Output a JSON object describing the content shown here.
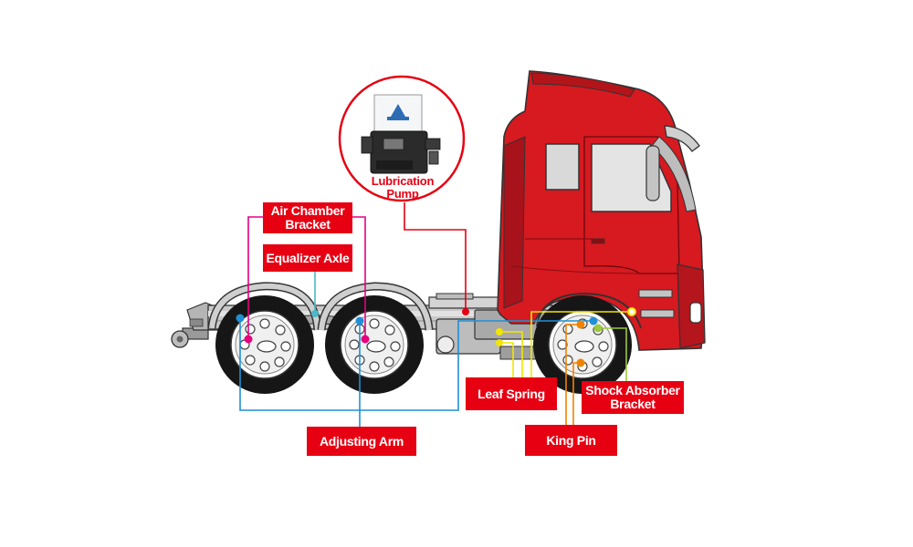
{
  "labels": {
    "lubrication_pump": "Lubrication\nPump",
    "air_chamber_bracket": "Air Chamber\nBracket",
    "equalizer_axle": "Equalizer Axle",
    "adjusting_arm": "Adjusting Arm",
    "leaf_spring": "Leaf Spring",
    "king_pin": "King Pin",
    "shock_absorber_bracket": "Shock Absorber\nBracket"
  },
  "colors": {
    "label_bg": "#e60012",
    "truck_red": "#d71920",
    "air_chamber_line": "#e6007e",
    "equalizer_line": "#4db8c8",
    "adjusting_line": "#1f8fd6",
    "pump_line": "#e60012",
    "leaf_spring_line": "#f2e600",
    "king_pin_line": "#f08300",
    "shock_line": "#9cc83c"
  },
  "icons": {
    "truck": "semi-truck-tractor-icon",
    "pump": "lubrication-pump-icon"
  }
}
